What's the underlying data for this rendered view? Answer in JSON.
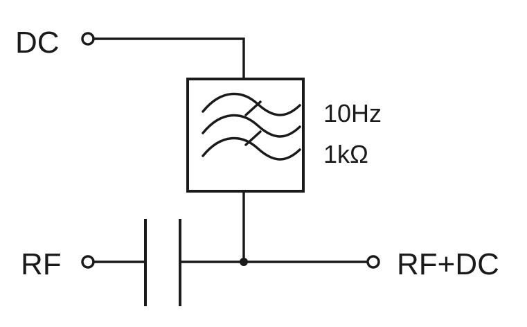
{
  "diagram": {
    "terminals": {
      "dc_input": "DC",
      "rf_input": "RF",
      "combined_output": "RF+DC"
    },
    "filter": {
      "spec_frequency": "10Hz",
      "spec_resistance": "1kΩ"
    },
    "colors": {
      "line": "#1a1a1a",
      "background": "#ffffff"
    }
  }
}
